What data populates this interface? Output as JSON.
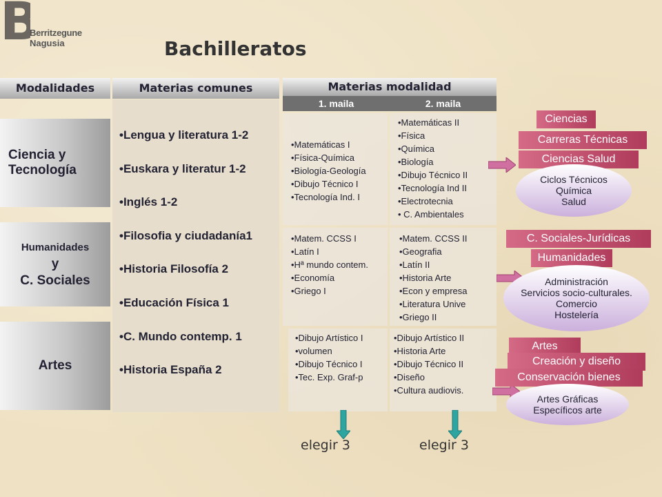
{
  "logo": {
    "letter": "B",
    "line1": "Berritzegune",
    "line2": "Nagusia"
  },
  "title": "Bachilleratos",
  "headers": {
    "modalidades": "Modalidades",
    "comunes": "Materias comunes",
    "modalidad": "Materias modalidad",
    "maila1": "1. maila",
    "maila2": "2. maila"
  },
  "modalidades": [
    {
      "line1": "Ciencia y",
      "line2": "Tecnología"
    },
    {
      "line1": "Humanidades",
      "line2": "y",
      "line3": "C. Sociales"
    },
    {
      "line1": "Artes"
    }
  ],
  "comunes": [
    "•Lengua y literatura 1-2",
    "•Euskara y literatur 1-2",
    "•Inglés 1-2",
    "•Filosofia y ciudadanía1",
    "•Historia Filosofía 2",
    "•Educación Física 1",
    "•C. Mundo contemp. 1",
    "•Historia España 2"
  ],
  "ciencias": {
    "m1": [
      "•Matemáticas I",
      "•Física-Química",
      "•Biología-Geología",
      "•Dibujo Técnico I",
      "•Tecnología Ind. I"
    ],
    "m2": [
      "•Matemáticas II",
      "•Física",
      "•Química",
      "•Biología",
      "•Dibujo Técnico II",
      "•Tecnología Ind II",
      "•Electrotecnia",
      "• C. Ambientales"
    ]
  },
  "humanidades": {
    "m1": [
      "•Matem. CCSS I",
      "•Latín I",
      "•Hª mundo contem.",
      "•Economía",
      "•Griego I"
    ],
    "m2": [
      "•Matem. CCSS II",
      "•Geografia",
      "•Latín II",
      "•Historia Arte",
      "•Econ y empresa",
      "•Literatura Unive",
      "•Griego II"
    ]
  },
  "artes": {
    "m1": [
      "•Dibujo Artístico I",
      "•volumen",
      "•Dibujo Técnico I",
      "•Tec. Exp. Graf-p"
    ],
    "m2": [
      "•Dibujo Artístico II",
      "•Historia Arte",
      "•Dibujo Técnico II",
      "•Diseño",
      "•Cultura audiovis."
    ]
  },
  "right": {
    "g1": {
      "tabs": [
        "Ciencias",
        "Carreras Técnicas",
        "Ciencias Salud"
      ],
      "oval": [
        "Ciclos Técnicos",
        "Química",
        "Salud"
      ]
    },
    "g2": {
      "tabs": [
        "C. Sociales-Jurídicas",
        "Humanidades"
      ],
      "oval": [
        "Administración",
        "Servicios socio-culturales.",
        "Comercio",
        "Hostelería"
      ]
    },
    "g3": {
      "tabs": [
        "Artes",
        "Creación y diseño",
        "Conservación bienes"
      ],
      "oval": [
        "Artes Gráficas",
        "Específicos arte"
      ]
    }
  },
  "elegir": [
    "elegir 3",
    "elegir 3"
  ],
  "colors": {
    "tab": "#c04a6a",
    "arrow": "#d070a0",
    "down_arrow": "#2ea5a0"
  }
}
